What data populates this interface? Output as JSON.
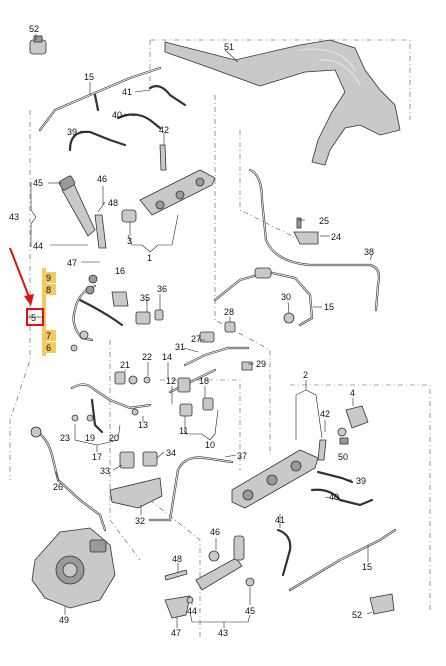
{
  "diagram": {
    "labels": {
      "p52a": "52",
      "p51": "51",
      "p15a": "15",
      "p41a": "41",
      "p40a": "40",
      "p39a": "39",
      "p42a": "42",
      "p45a": "45",
      "p46": "46",
      "p48a": "48",
      "p43a": "43",
      "p3": "3",
      "p1": "1",
      "p44a": "44",
      "p47a": "47",
      "p9": "9",
      "p8": "8",
      "p16": "16",
      "p25": "25",
      "p24": "24",
      "p38": "38",
      "p35": "35",
      "p36": "36",
      "p30": "30",
      "p15b": "15",
      "p5": "5",
      "p7": "7",
      "p6": "6",
      "p28": "28",
      "p27": "27",
      "p31": "31",
      "p21": "21",
      "p22": "22",
      "p14": "14",
      "p29": "29",
      "p12": "12",
      "p18": "18",
      "p2": "2",
      "p4": "4",
      "p13": "13",
      "p42b": "42",
      "p11": "11",
      "p10": "10",
      "p23": "23",
      "p19": "19",
      "p20": "20",
      "p50": "50",
      "p17": "17",
      "p34": "34",
      "p37": "37",
      "p39b": "39",
      "p26": "26",
      "p33": "33",
      "p40b": "40",
      "p32": "32",
      "p41b": "41",
      "p46b": "46",
      "p48b": "48",
      "p15c": "15",
      "p49": "49",
      "p44b": "44",
      "p45b": "45",
      "p47b": "47",
      "p43b": "43",
      "p52b": "52"
    }
  },
  "colors": {
    "highlight": "#f4c95d",
    "selection_box": "#e01010",
    "arrow": "#e01010"
  }
}
